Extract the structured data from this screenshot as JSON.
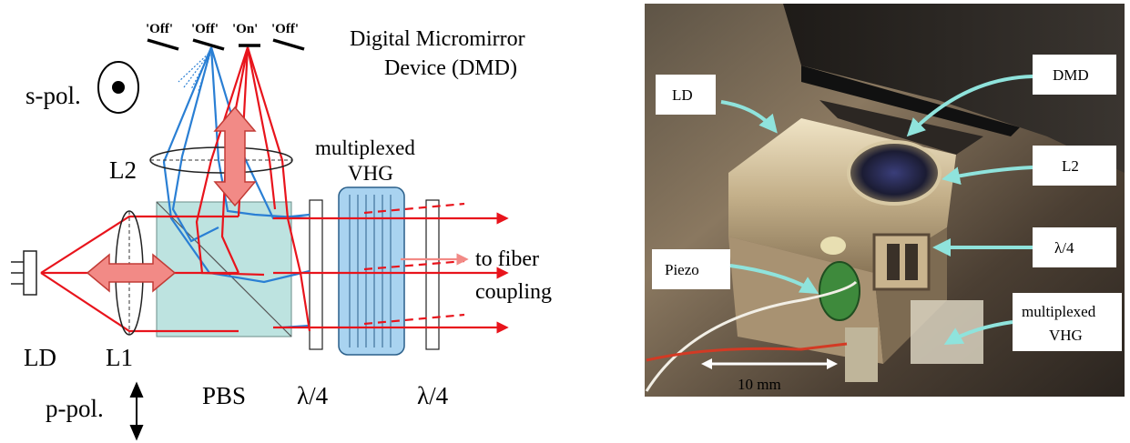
{
  "schematic": {
    "mirror_states": [
      "'Off'",
      "'Off'",
      "'On'",
      "'Off'"
    ],
    "dmd_title_line1": "Digital Micromirror",
    "dmd_title_line2": "Device (DMD)",
    "s_pol": "s-pol.",
    "p_pol": "p-pol.",
    "l2": "L2",
    "l1": "L1",
    "ld": "LD",
    "pbs": "PBS",
    "qwp_1": "λ/4",
    "qwp_2": "λ/4",
    "vhg_line1": "multiplexed",
    "vhg_line2": "VHG",
    "fiber_line1": "to fiber",
    "fiber_line2": "coupling"
  },
  "photo": {
    "labels": {
      "ld": "LD",
      "dmd": "DMD",
      "l2": "L2",
      "qwp": "λ/4",
      "piezo": "Piezo",
      "vhg_line1": "multiplexed",
      "vhg_line2": "VHG"
    },
    "scale_bar": "10 mm"
  },
  "colors": {
    "red_beam": "#e8141c",
    "blue_beam": "#2a7fd4",
    "pbs_fill": "#bde3e0",
    "vhg_fill": "#a9d3f0",
    "arrow_fill": "#f28a86",
    "annotation_arrow": "#8fe3dc"
  }
}
